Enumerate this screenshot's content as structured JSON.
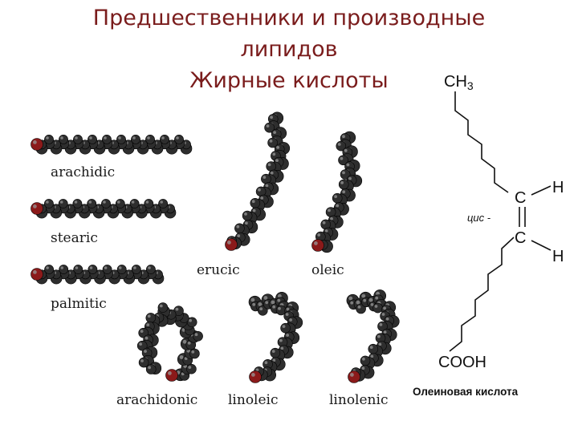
{
  "title": {
    "line1": "Предшественники и производные",
    "line2": "липидов",
    "line3": "Жирные кислоты"
  },
  "molecules": [
    {
      "name": "arachidic"
    },
    {
      "name": "stearic"
    },
    {
      "name": "palmitic"
    },
    {
      "name": "erucic"
    },
    {
      "name": "oleic"
    },
    {
      "name": "arachidonic"
    },
    {
      "name": "linoleic"
    },
    {
      "name": "linolenic"
    }
  ],
  "oleic_formula": {
    "methyl": "CH",
    "methyl_sub": "3",
    "c_upper": "C",
    "c_lower": "C",
    "h_upper": "H",
    "h_lower": "H",
    "cis_label": "цис -",
    "carboxyl": "COOH",
    "caption": "Олеиновая кислота"
  },
  "colors": {
    "title": "#7a1c1c",
    "carbon_atom": "#2e2e2e",
    "oxygen_atom": "#8b1a1a",
    "bond": "#111111"
  }
}
